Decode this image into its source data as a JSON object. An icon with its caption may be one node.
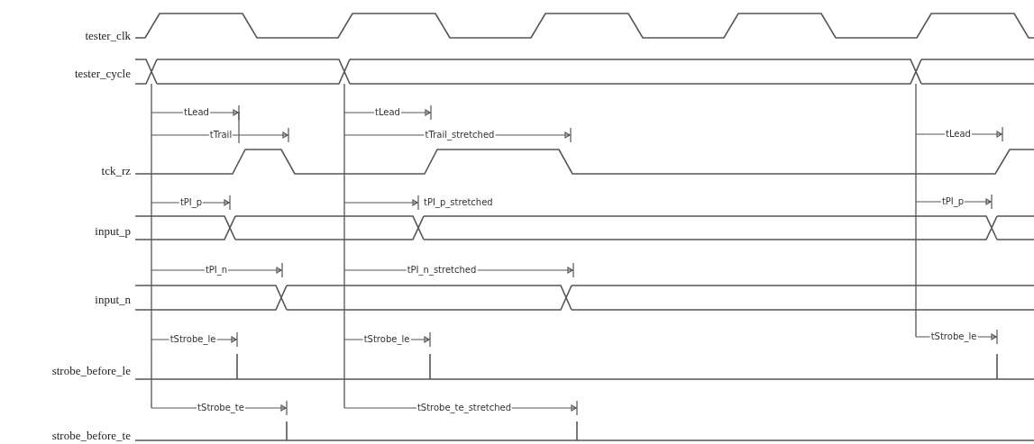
{
  "diagram": {
    "labels": [
      "tester_clk",
      "tester_cycle",
      "tLead",
      "tLead",
      "tTrail",
      "tTrail_stretched",
      "tLead",
      "tck_rz",
      "tPI_p",
      "tPI_p_stretched",
      "tPI_p",
      "input_p",
      "tPI_n",
      "tPI_n_stretched",
      "input_n",
      "tStrobe_le",
      "tStrobe_le",
      "tStrobe_le",
      "strobe_before_le",
      "tStrobe_te",
      "tStrobe_te_stretched",
      "strobe_before_te"
    ]
  }
}
